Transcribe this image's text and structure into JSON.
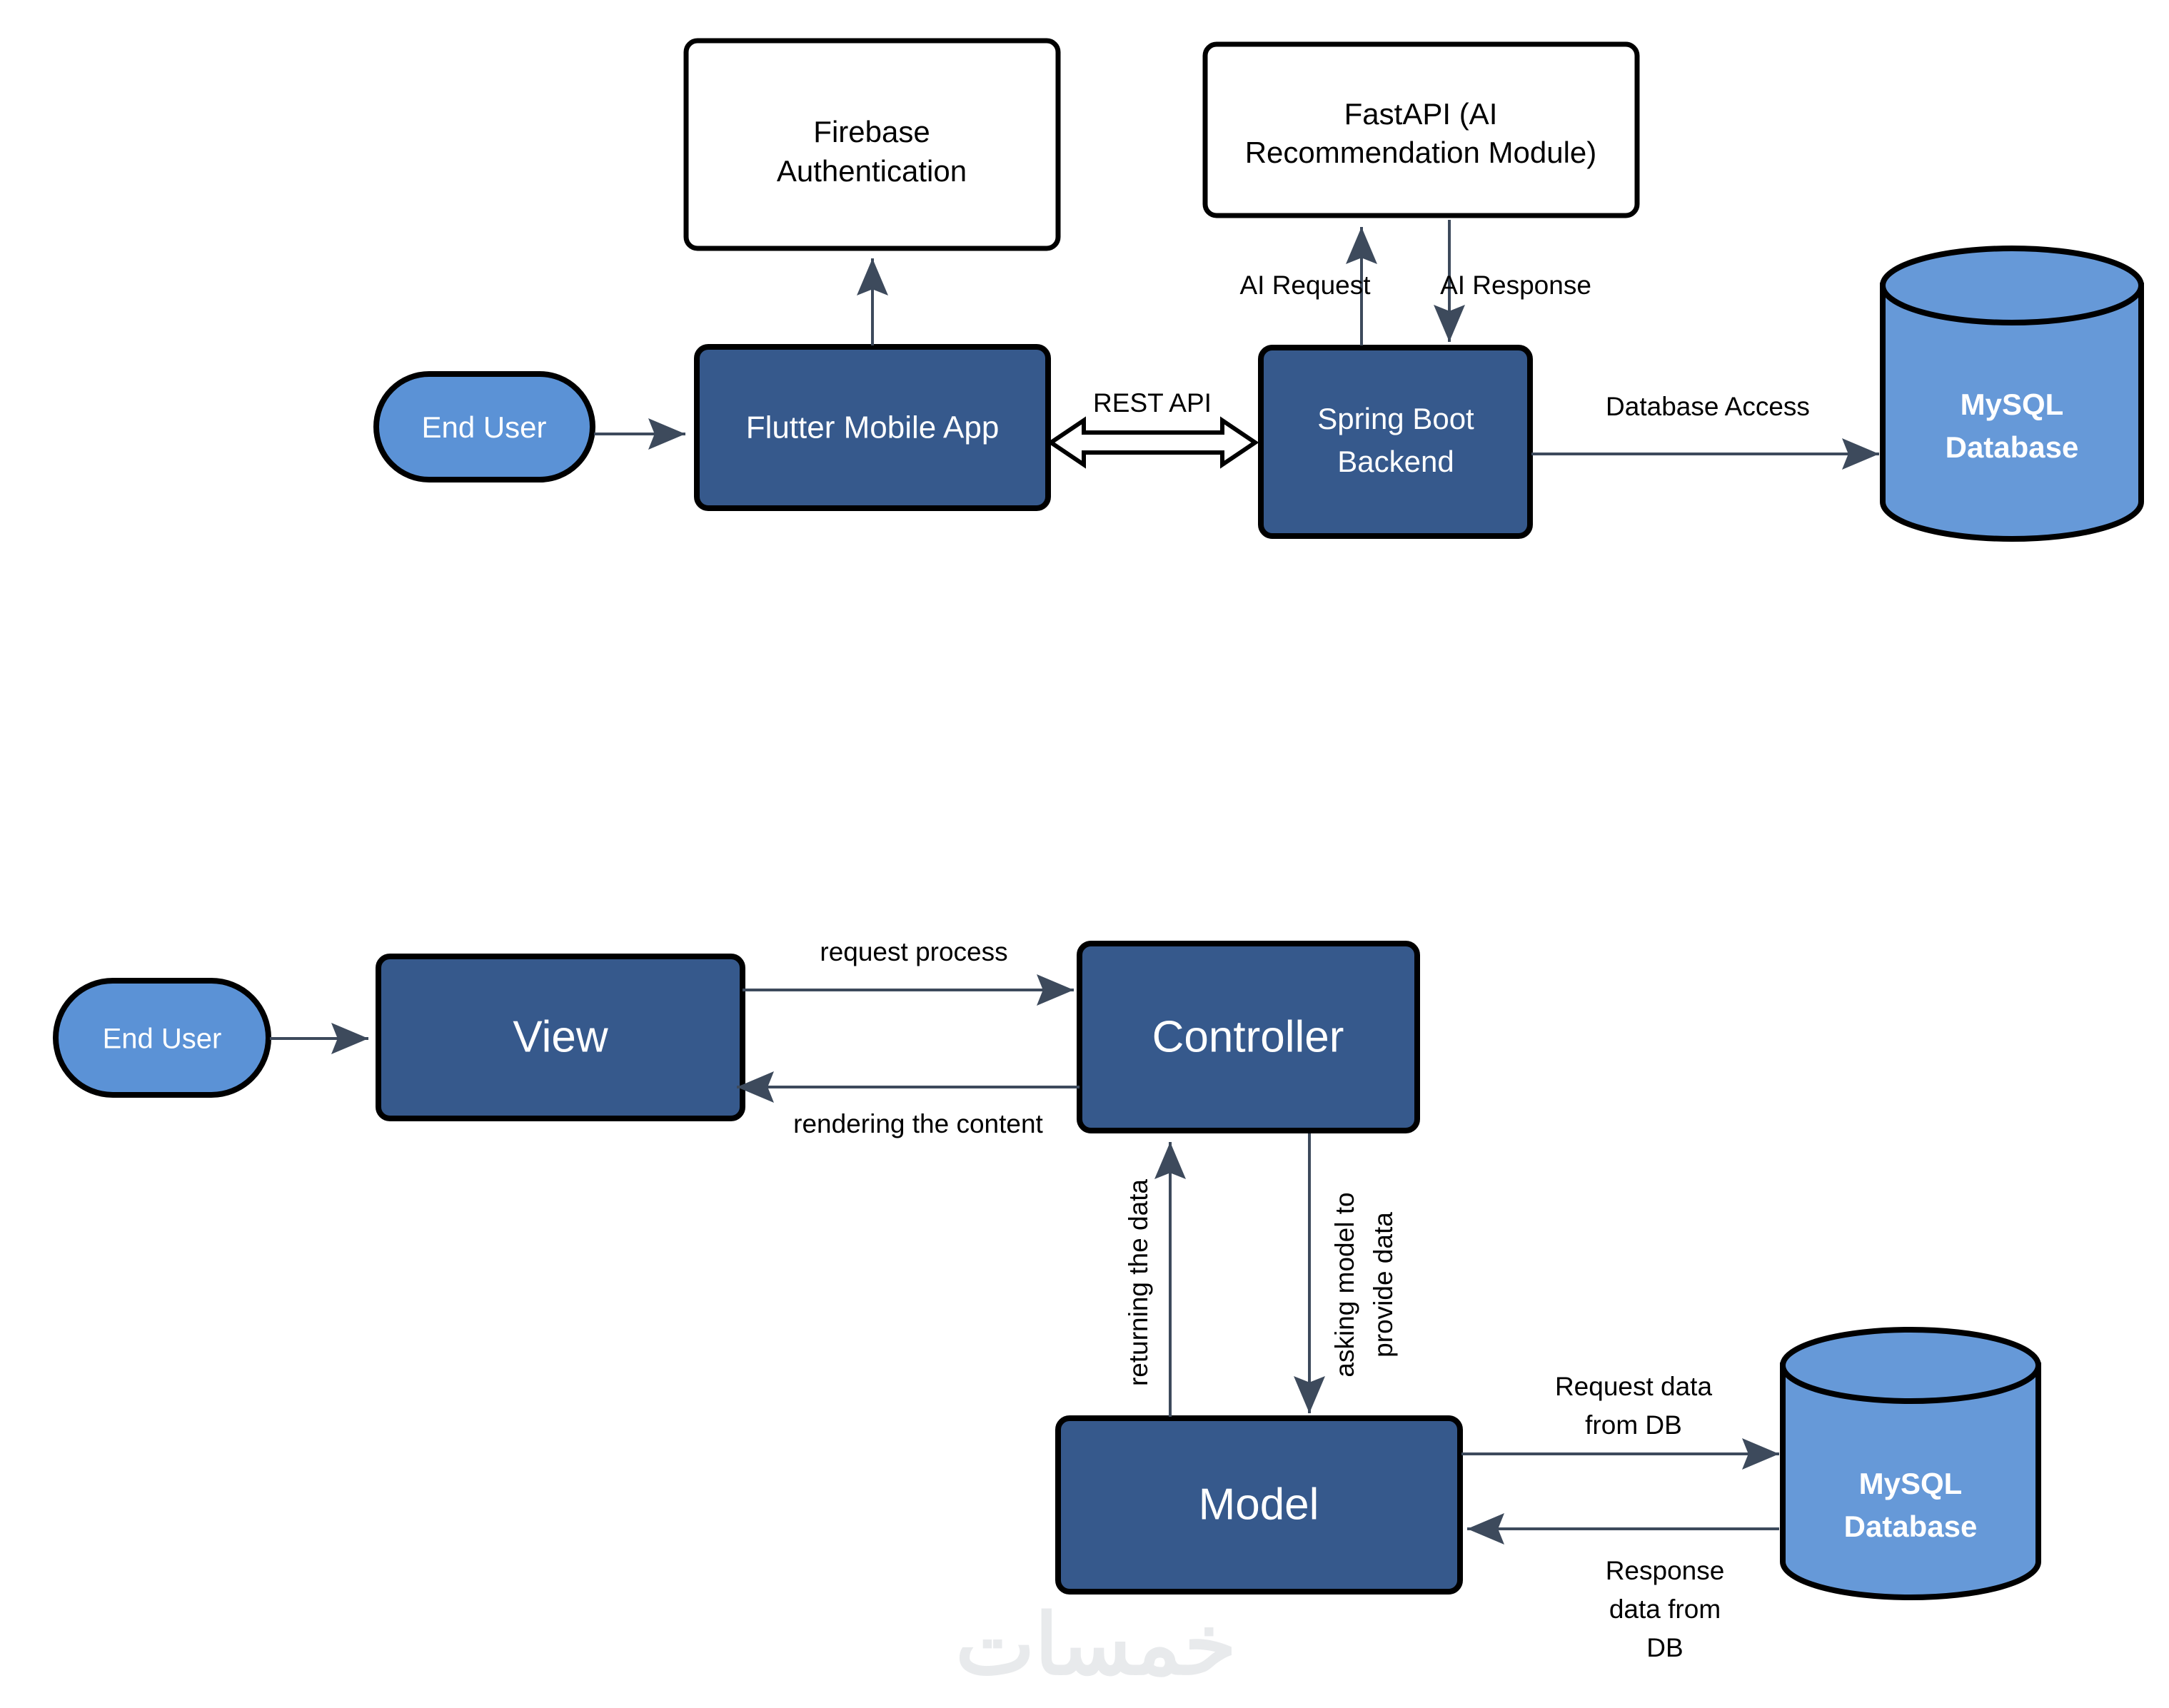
{
  "diagram": {
    "background_color": "#ffffff",
    "palette": {
      "process_fill": "#36598C",
      "actor_fill": "#5B92D6",
      "db_fill": "#6699D8",
      "external_fill": "#ffffff",
      "border": "#000000",
      "connector": "#3d4a5c",
      "label_text": "#000000",
      "node_text_light": "#ffffff"
    },
    "watermark": "خمسات",
    "sections": [
      {
        "id": "system-architecture",
        "nodes": [
          {
            "id": "end-user-top",
            "label": "End User",
            "shape": "pill",
            "fill": "#5B92D6",
            "text_color": "#ffffff"
          },
          {
            "id": "firebase-auth",
            "label": "Firebase\nAuthentication",
            "shape": "rounded",
            "fill": "#ffffff",
            "text_color": "#000000",
            "lines": [
              "Firebase",
              "Authentication"
            ]
          },
          {
            "id": "fastapi",
            "label": "FastAPI (AI\nRecommendation Module)",
            "shape": "rounded",
            "fill": "#ffffff",
            "text_color": "#000000",
            "lines": [
              "FastAPI (AI",
              "Recommendation Module)"
            ]
          },
          {
            "id": "flutter-app",
            "label": "Flutter Mobile App",
            "shape": "rounded",
            "fill": "#36598C",
            "text_color": "#ffffff",
            "lines": [
              "Flutter Mobile App"
            ]
          },
          {
            "id": "spring-backend",
            "label": "Spring Boot\nBackend",
            "shape": "rounded",
            "fill": "#36598C",
            "text_color": "#ffffff",
            "lines": [
              "Spring Boot",
              "Backend"
            ]
          },
          {
            "id": "mysql-top",
            "label": "MySQL\nDatabase",
            "shape": "cylinder",
            "fill": "#6699D8",
            "text_color": "#ffffff",
            "lines": [
              "MySQL",
              "Database"
            ]
          }
        ],
        "edges": [
          {
            "id": "user-to-flutter",
            "label": "",
            "from": "end-user-top",
            "to": "flutter-app",
            "style": "plain-arrow"
          },
          {
            "id": "flutter-to-firebase",
            "label": "",
            "from": "flutter-app",
            "to": "firebase-auth",
            "style": "plain-arrow"
          },
          {
            "id": "rest-api",
            "label": "REST API",
            "from": "flutter-app",
            "to": "spring-backend",
            "style": "block-double-arrow"
          },
          {
            "id": "ai-request",
            "label": "AI Request",
            "from": "spring-backend",
            "to": "fastapi",
            "style": "plain-arrow"
          },
          {
            "id": "ai-response",
            "label": "AI Response",
            "from": "fastapi",
            "to": "spring-backend",
            "style": "plain-arrow"
          },
          {
            "id": "database-access",
            "label": "Database Access",
            "from": "spring-backend",
            "to": "mysql-top",
            "style": "plain-arrow"
          }
        ]
      },
      {
        "id": "mvc-architecture",
        "nodes": [
          {
            "id": "end-user-mvc",
            "label": "End User",
            "shape": "pill",
            "fill": "#5B92D6",
            "text_color": "#ffffff"
          },
          {
            "id": "view",
            "label": "View",
            "shape": "rounded",
            "fill": "#36598C",
            "text_color": "#ffffff"
          },
          {
            "id": "controller",
            "label": "Controller",
            "shape": "rounded",
            "fill": "#36598C",
            "text_color": "#ffffff"
          },
          {
            "id": "model",
            "label": "Model",
            "shape": "rounded",
            "fill": "#36598C",
            "text_color": "#ffffff"
          },
          {
            "id": "mysql-mvc",
            "label": "MySQL\nDatabase",
            "shape": "cylinder",
            "fill": "#6699D8",
            "text_color": "#ffffff",
            "lines": [
              "MySQL",
              "Database"
            ]
          }
        ],
        "edges": [
          {
            "id": "user-to-view",
            "label": "",
            "from": "end-user-mvc",
            "to": "view",
            "style": "plain-arrow"
          },
          {
            "id": "request-process",
            "label": "request process",
            "from": "view",
            "to": "controller",
            "style": "plain-arrow"
          },
          {
            "id": "rendering-content",
            "label": "rendering the content",
            "from": "controller",
            "to": "view",
            "style": "plain-arrow"
          },
          {
            "id": "returning-data",
            "label": "returning the data",
            "from": "model",
            "to": "controller",
            "style": "plain-arrow",
            "orientation": "vertical",
            "lines": [
              "returning the data"
            ]
          },
          {
            "id": "asking-model",
            "label": "asking model to provide data",
            "from": "controller",
            "to": "model",
            "style": "plain-arrow",
            "orientation": "vertical",
            "lines": [
              "asking model to",
              "provide data"
            ]
          },
          {
            "id": "request-data-db",
            "label": "Request data from DB",
            "from": "model",
            "to": "mysql-mvc",
            "style": "plain-arrow",
            "lines": [
              "Request data",
              "from DB"
            ]
          },
          {
            "id": "response-data-db",
            "label": "Response data from DB",
            "from": "mysql-mvc",
            "to": "model",
            "style": "plain-arrow",
            "lines": [
              "Response",
              "data from",
              "DB"
            ]
          }
        ]
      }
    ]
  }
}
